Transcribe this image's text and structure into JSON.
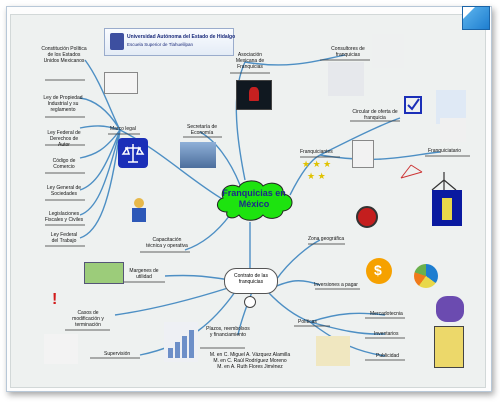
{
  "header": {
    "university": "Universidad Autónoma del Estado de Hidalgo",
    "school": "Escuela Superior de Tlahuelilpan"
  },
  "center": {
    "title_line1": "Franquicias en",
    "title_line2": "México"
  },
  "contract": {
    "line1": "Contrato de las",
    "line2": "franquicias"
  },
  "labels": {
    "constitucion": "Constitución Política de los Estados Unidos Mexicanos",
    "propiedad": "Ley de Propiedad Industrial y su reglamento",
    "derechos_autor": "Ley Federal de Derechos de Autor",
    "codigo_comercio": "Código de Comercio",
    "sociedades": "Ley General de Sociedades",
    "fiscales": "Legislaciones Fiscales y Civiles",
    "trabajo": "Ley Federal del Trabajo",
    "marco_legal": "Marco legal",
    "secretaria": "Secretaría de Economía",
    "asociacion": "Asociación Mexicana de Franquicias",
    "consultores": "Consultores de franquicias",
    "circular": "Circular de oferta de franquicia",
    "franquiciantes": "Franquiciantes",
    "franquiciatario": "Franquiciatario",
    "capacitacion": "Capacitación técnica y operativa",
    "margenes": "Margenes de utilidad",
    "zona": "Zona geográfica",
    "inversiones": "Inversiones a pagar",
    "casos": "Casos de modificación y terminación",
    "supervision": "Supervisión",
    "plazos": "Plazos, reembolsos y financiamiento",
    "politicas": "Políticas",
    "mercadotecnia": "Mercadotecnia",
    "inventarios": "Inventarios",
    "publicidad": "Publicidad"
  },
  "authors": [
    "M. en C. Miguel A. Vázquez Alamilla",
    "M. en C. Raúl Rodríguez Moreno",
    "M. en A. Ruth Flores Jiménez"
  ],
  "colors": {
    "branch": "#4d8fc4",
    "center_fill": "#1de30f",
    "title": "#1d2a8a",
    "underline": "#333333"
  }
}
